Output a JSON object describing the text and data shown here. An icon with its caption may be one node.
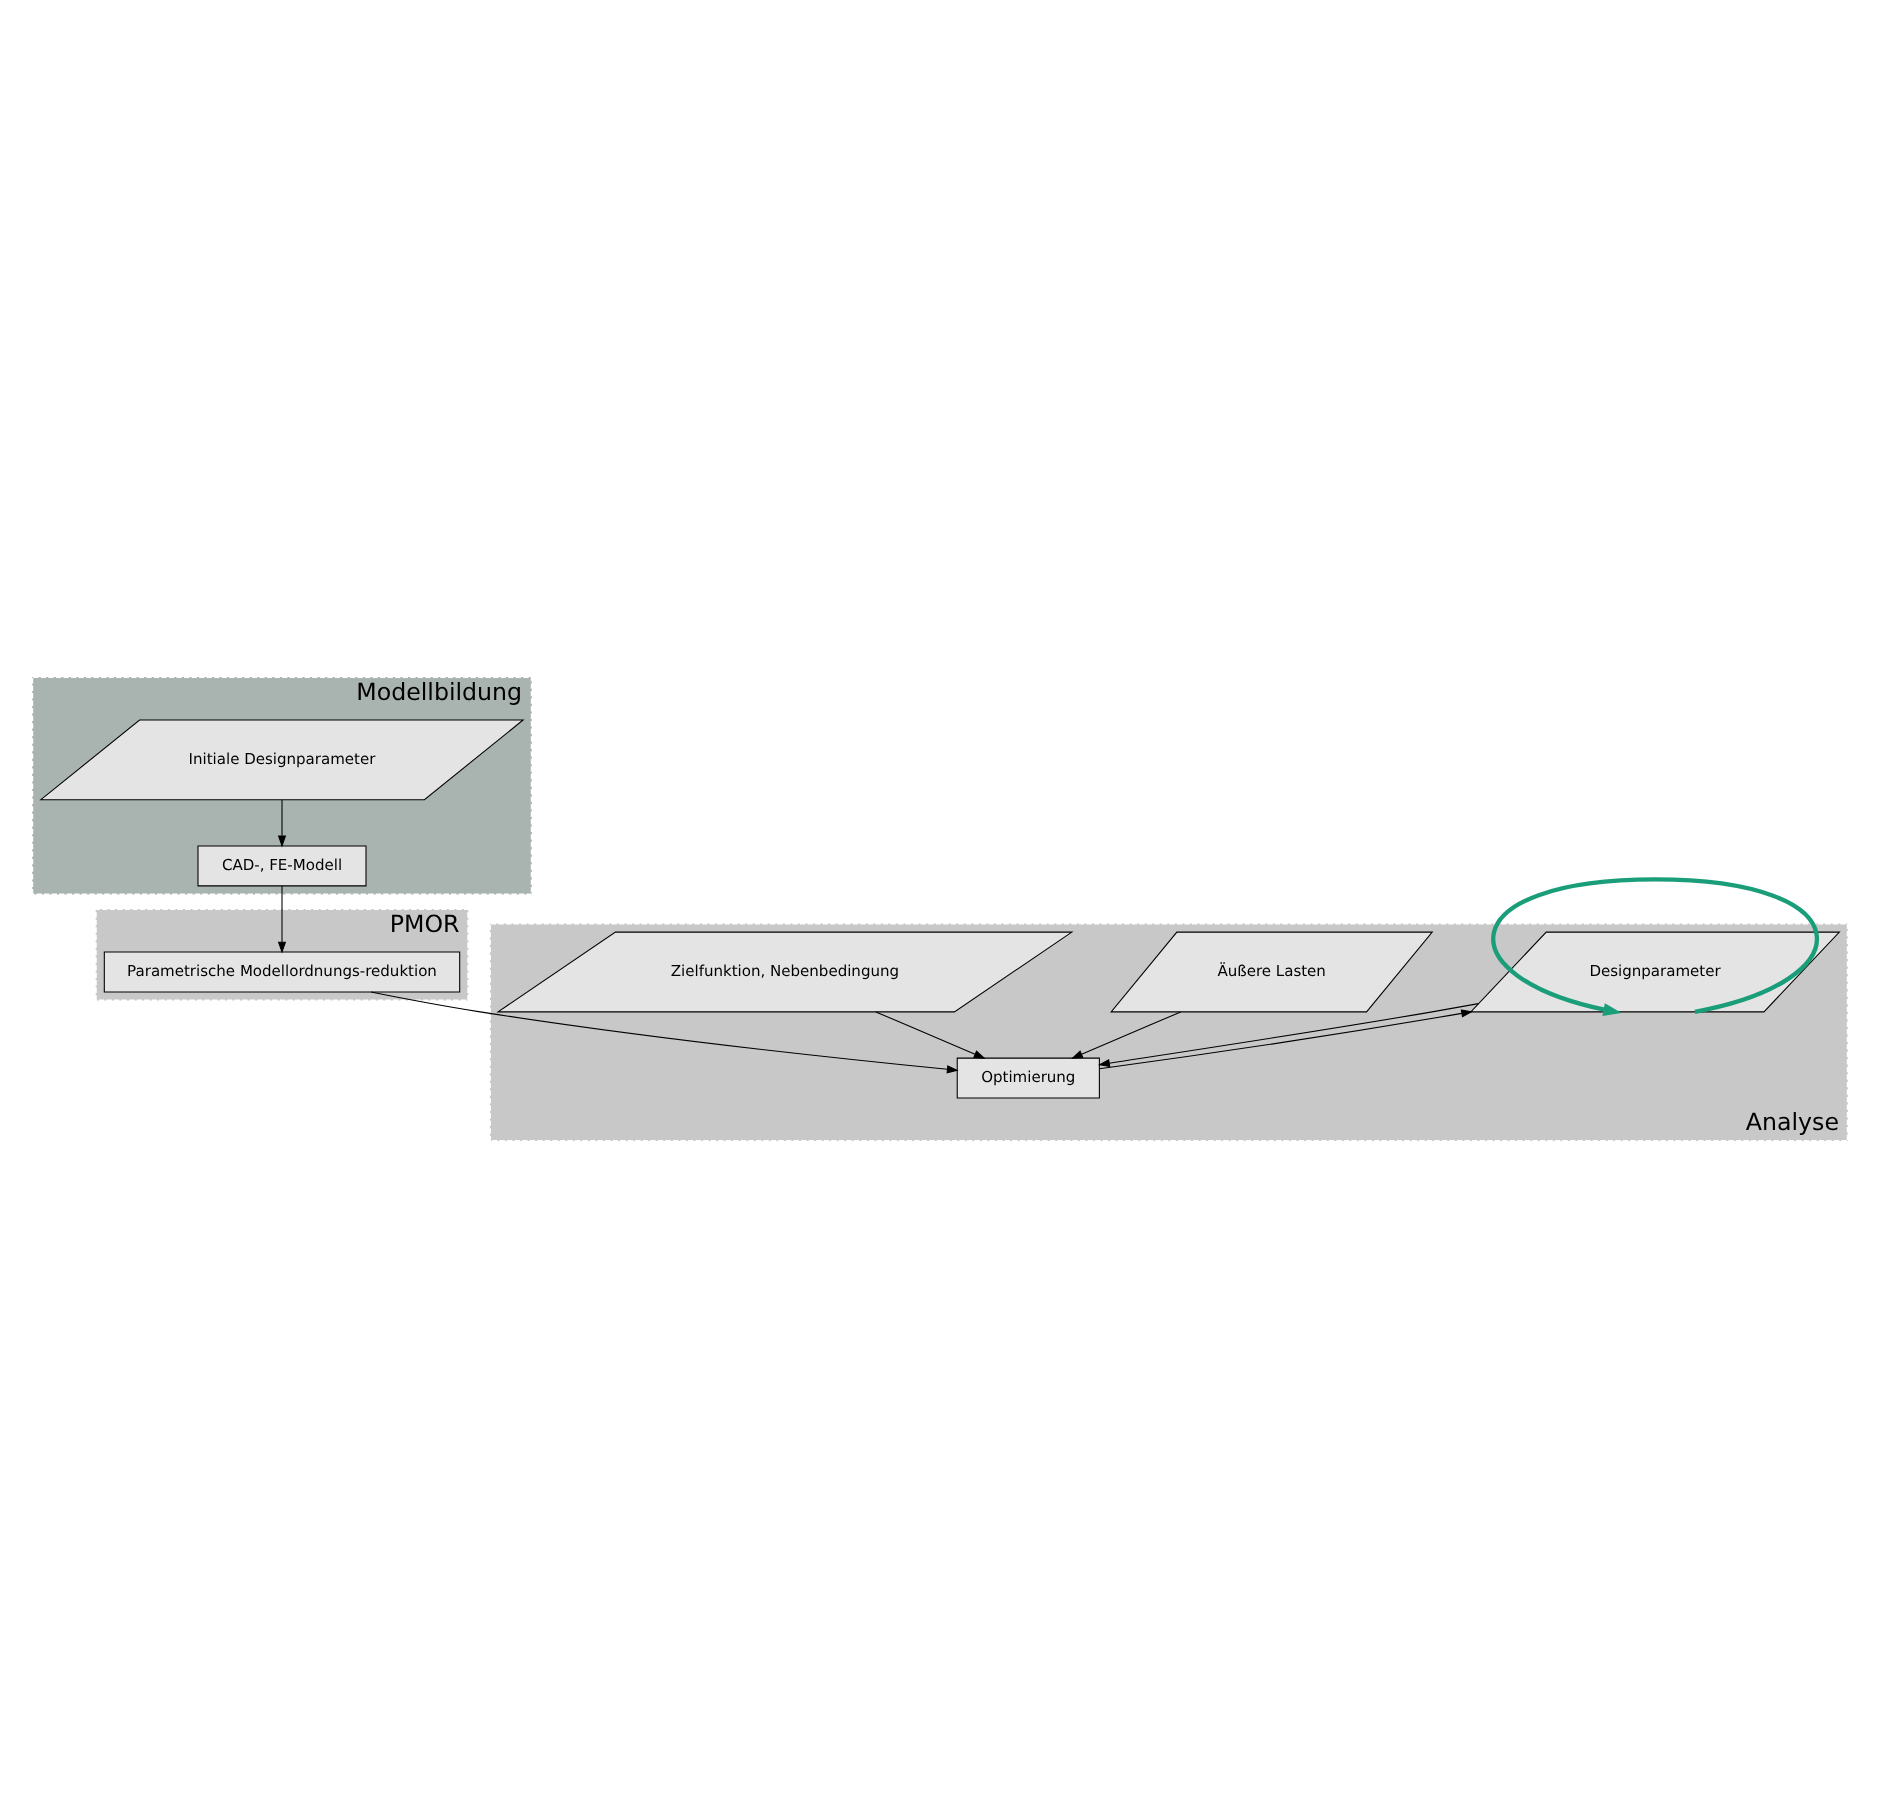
{
  "diagram": {
    "nodes": [
      {
        "text": [
          "Modellbildung"
        ]
      },
      {
        "text": [
          "Initiale Designparameter"
        ],
        "in": 0
      },
      {
        "text": [
          "CAD-, FE-Modell"
        ],
        "in": 0
      },
      {
        "text": [
          "PMOR"
        ]
      },
      {
        "text": [
          "Parametrische Modellordnungs-reduktion"
        ],
        "in": 3
      },
      {
        "text": [
          "Analyse"
        ]
      },
      {
        "text": [
          "Designparameter"
        ],
        "in": 5
      },
      {
        "text": [
          "Äußere Lasten"
        ],
        "in": 5
      },
      {
        "text": [
          "Zielfunktion, Nebenbedingung"
        ],
        "in": 5
      },
      {
        "text": [
          "Optimierung"
        ],
        "in": 5
      }
    ],
    "edges": [
      {
        "from": 1,
        "to": 2,
        "arrow": "to"
      },
      {
        "from": 2,
        "to": 4,
        "arrow": "to"
      },
      {
        "from": 4,
        "to": 9,
        "arrow": "to"
      },
      {
        "from": 6,
        "to": 9,
        "arrow": "to"
      },
      {
        "from": 7,
        "to": 9,
        "arrow": "to"
      },
      {
        "from": 8,
        "to": 9,
        "arrow": "to"
      },
      {
        "from": 9,
        "to": 6,
        "arrow": "to"
      },
      {
        "from": 6,
        "to": 6,
        "arrow": "to",
        "style": "thick",
        "color": "#1a9e7a"
      }
    ]
  }
}
